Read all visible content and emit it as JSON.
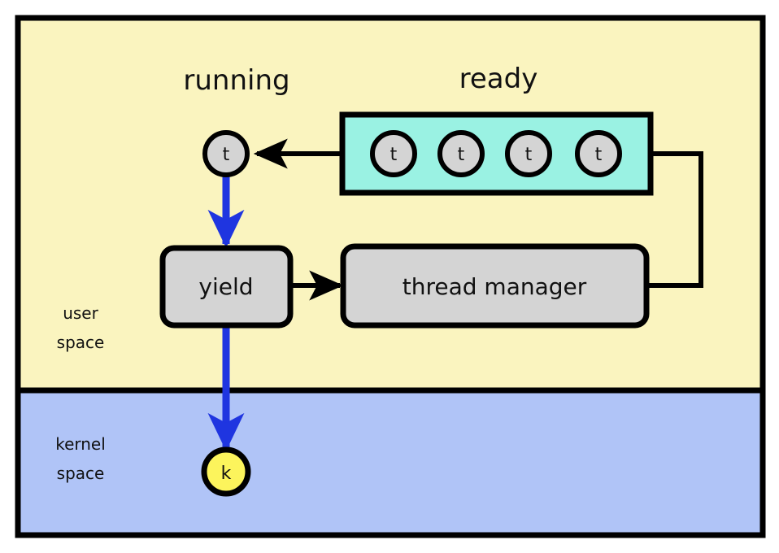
{
  "diagram": {
    "title_labels": {
      "running": "running",
      "ready": "ready"
    },
    "regions": [
      {
        "id": "user-space",
        "label_line1": "user",
        "label_line2": "space",
        "color": "#faf4bf"
      },
      {
        "id": "kernel-space",
        "label_line1": "kernel",
        "label_line2": "space",
        "color": "#b0c4f7"
      }
    ],
    "running_thread": {
      "label": "t"
    },
    "ready_queue": {
      "label": "ready",
      "color": "#9af2e3",
      "threads": [
        {
          "label": "t"
        },
        {
          "label": "t"
        },
        {
          "label": "t"
        },
        {
          "label": "t"
        }
      ]
    },
    "boxes": [
      {
        "id": "yield",
        "label": "yield",
        "color": "#d4d4d4"
      },
      {
        "id": "thread-manager",
        "label": "thread manager",
        "color": "#d4d4d4"
      }
    ],
    "kernel_thread": {
      "label": "k",
      "color": "#fcf45c"
    },
    "colors": {
      "user_space": "#faf4bf",
      "kernel_space": "#b0c4f7",
      "ready_queue": "#9af2e3",
      "box_fill": "#d4d4d4",
      "node_fill": "#d4d4d4",
      "kernel_node_fill": "#fcf45c",
      "stroke": "#000000",
      "blue_arrow": "#1f35e0"
    },
    "edges": [
      {
        "id": "ready-to-running",
        "from": "ready-queue",
        "to": "running-thread",
        "color": "#000000"
      },
      {
        "id": "running-to-yield",
        "from": "running-thread",
        "to": "yield",
        "color": "#1f35e0"
      },
      {
        "id": "yield-to-thread-manager",
        "from": "yield",
        "to": "thread-manager",
        "color": "#000000"
      },
      {
        "id": "thread-manager-to-ready",
        "from": "thread-manager",
        "to": "ready-queue",
        "color": "#000000"
      },
      {
        "id": "yield-to-kernel",
        "from": "yield",
        "to": "kernel-thread",
        "color": "#1f35e0"
      }
    ]
  }
}
